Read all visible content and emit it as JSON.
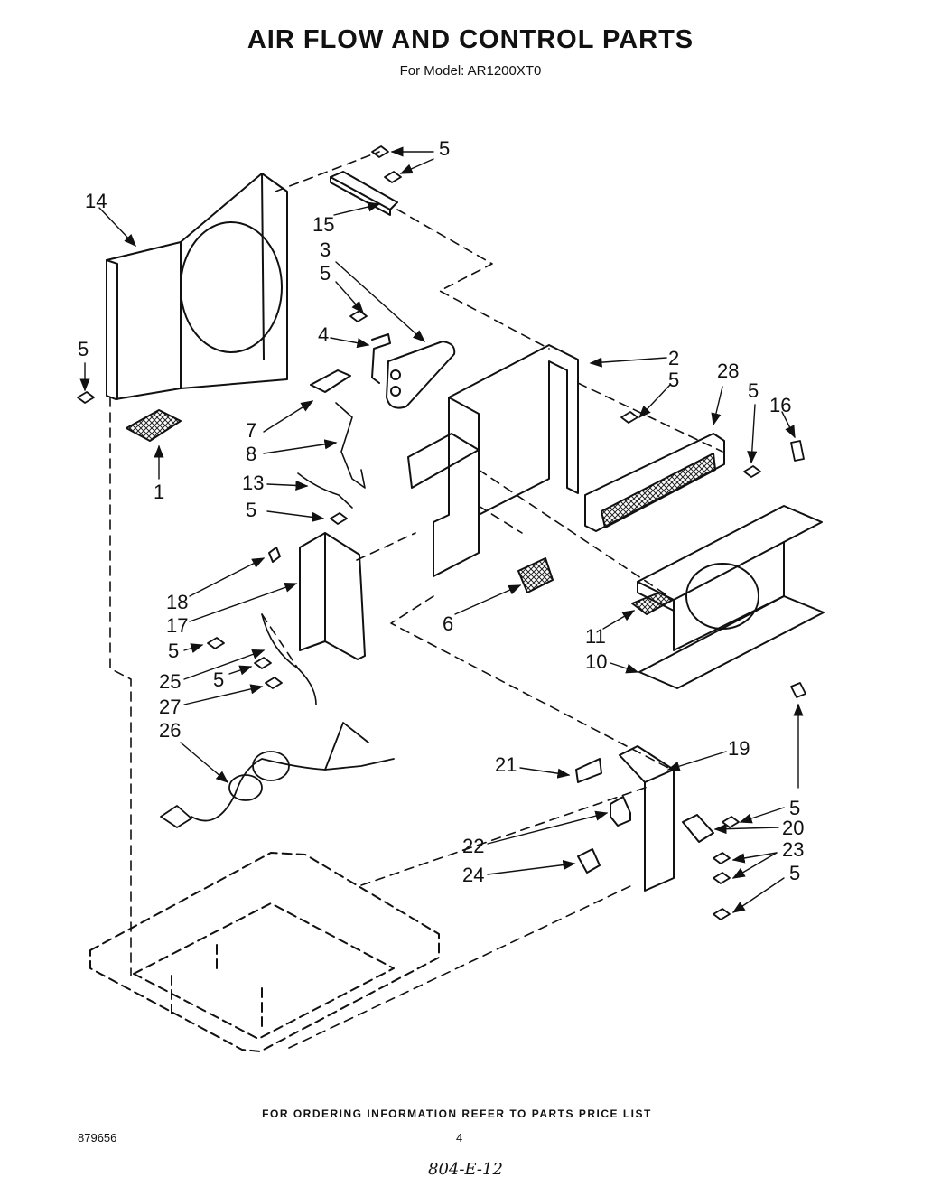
{
  "header": {
    "title": "AIR FLOW AND CONTROL PARTS",
    "subtitle": "For Model: AR1200XT0"
  },
  "footer": {
    "ordering_note": "FOR ORDERING INFORMATION REFER TO PARTS PRICE LIST",
    "doc_number": "879656",
    "page_number": "4",
    "handwritten_code": "804-E-12"
  },
  "callouts": [
    "5",
    "14",
    "15",
    "3",
    "5",
    "4",
    "5",
    "2",
    "5",
    "28",
    "5",
    "16",
    "7",
    "8",
    "13",
    "5",
    "1",
    "18",
    "17",
    "5",
    "6",
    "11",
    "10",
    "25",
    "5",
    "27",
    "26",
    "21",
    "19",
    "5",
    "20",
    "22",
    "23",
    "24",
    "5"
  ]
}
